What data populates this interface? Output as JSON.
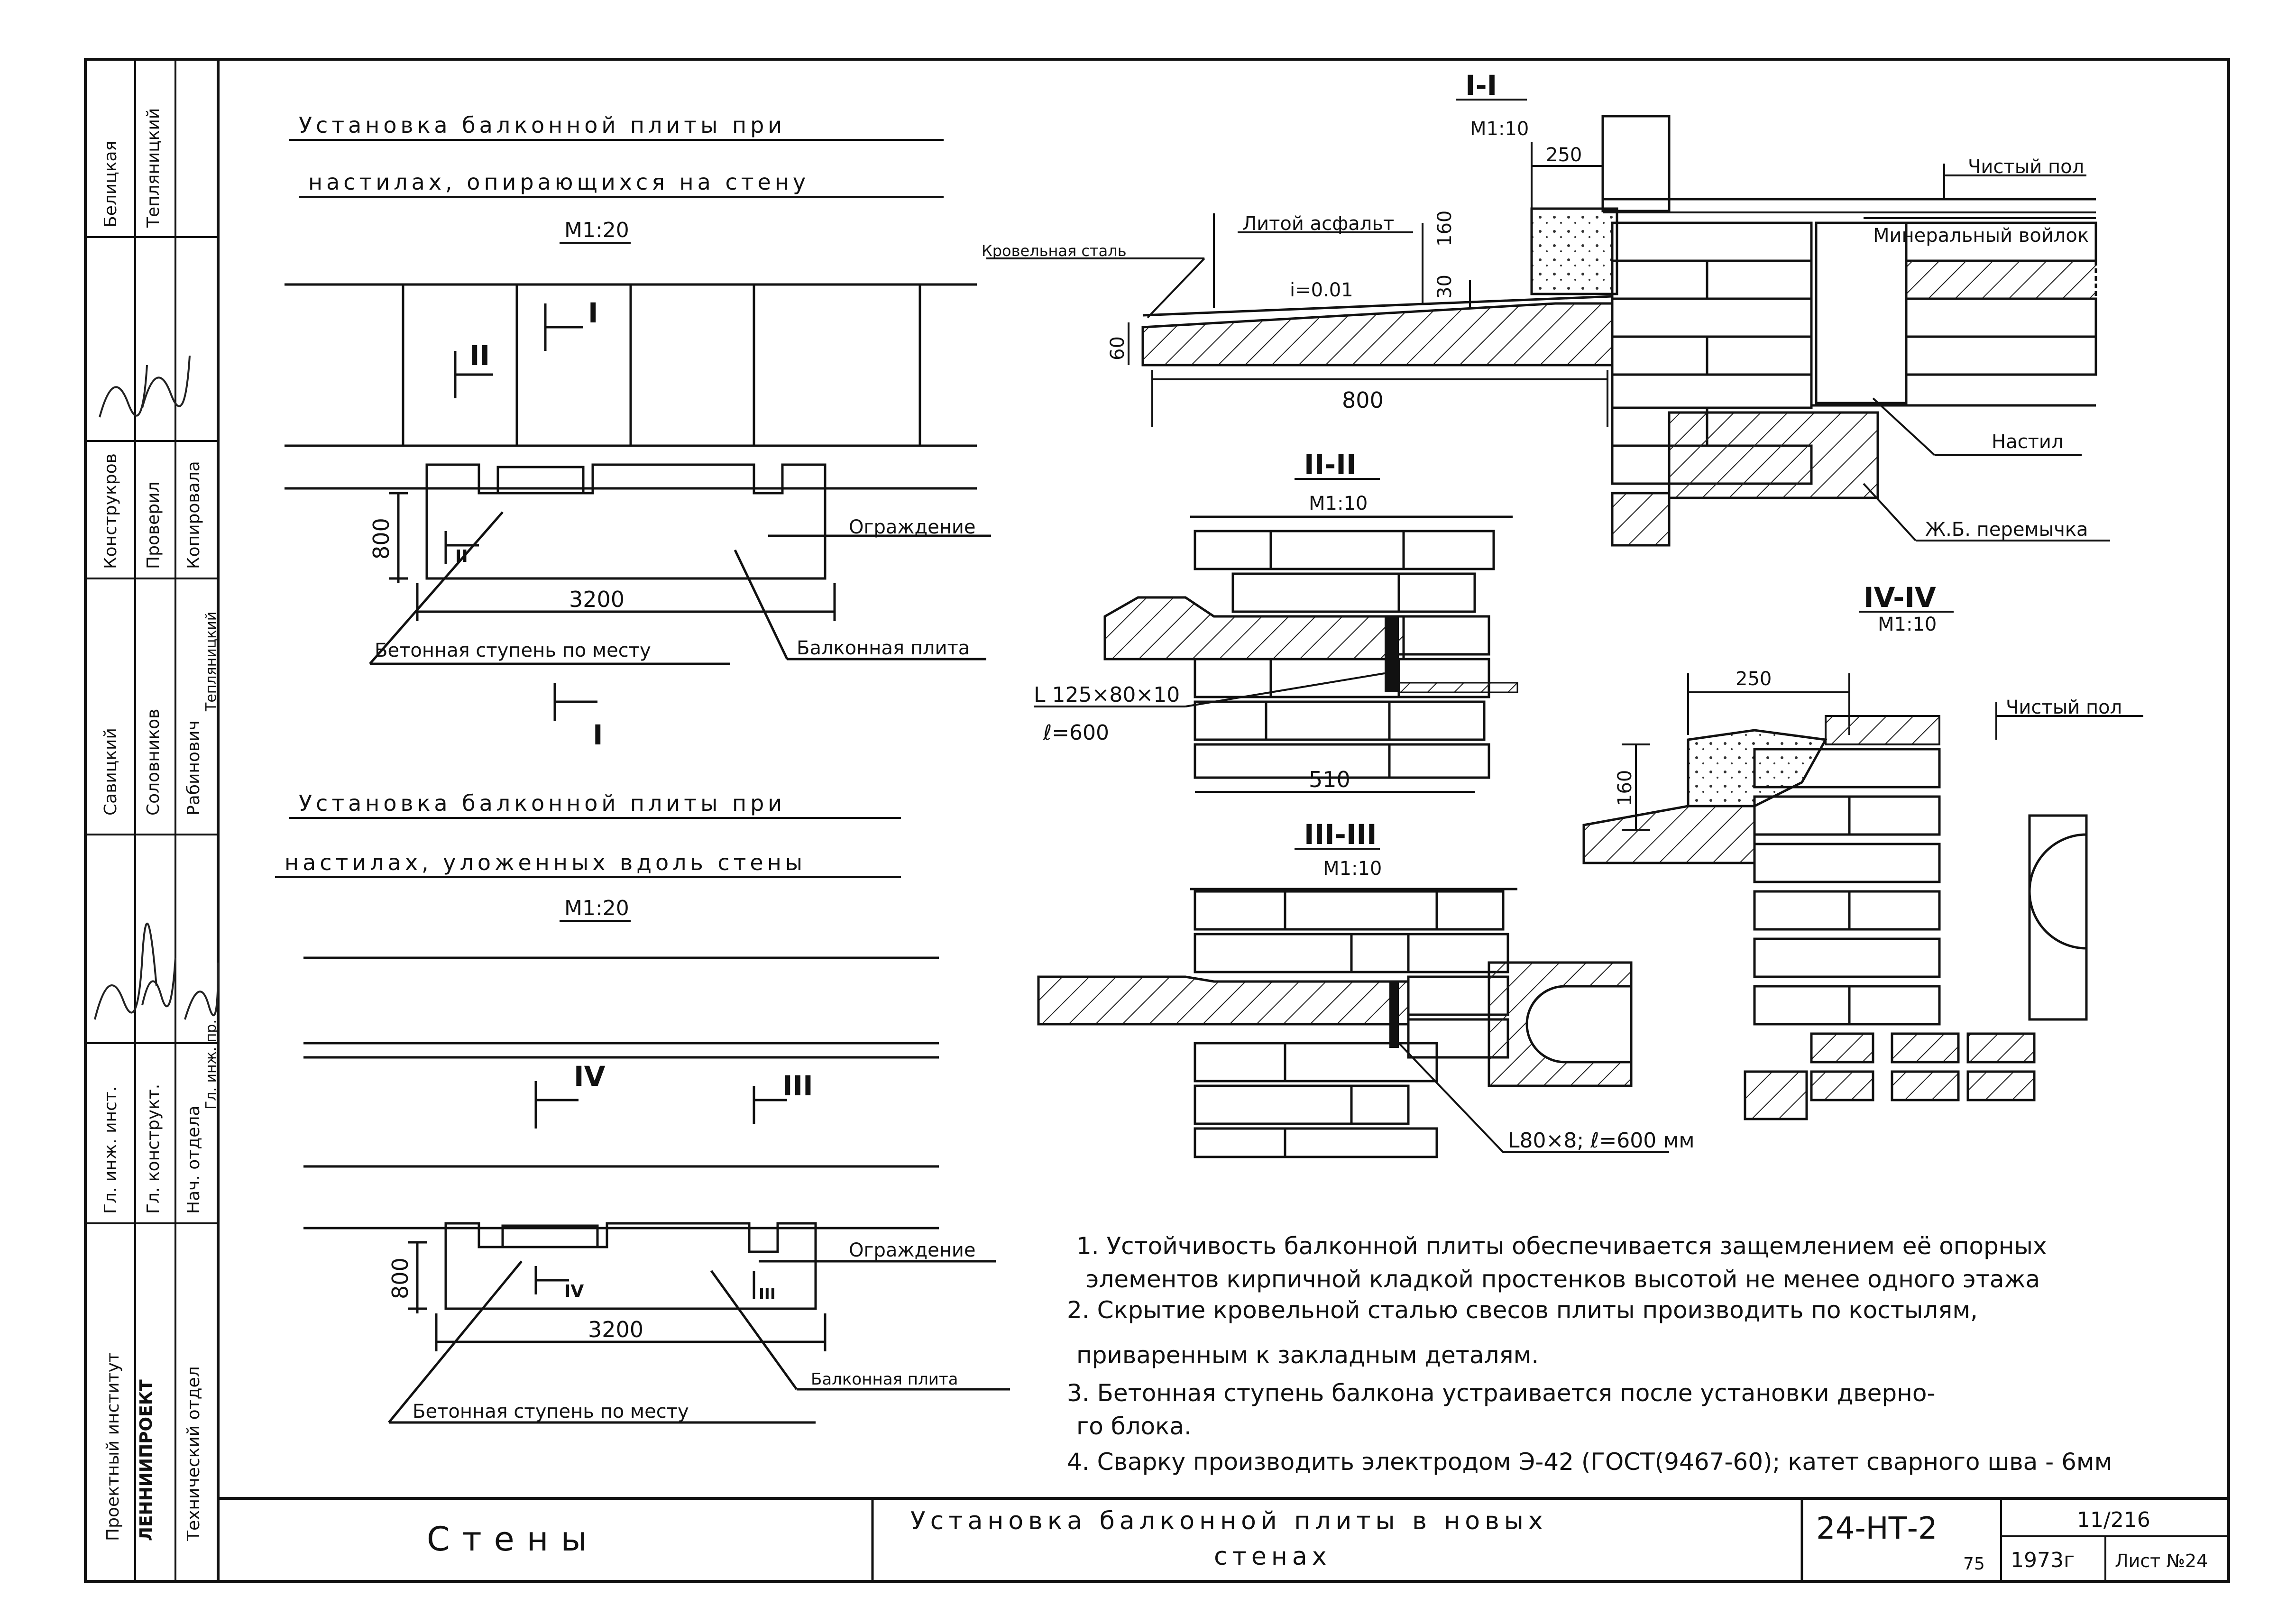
{
  "plan_top": {
    "title_line1": "Установка балконной плиты при",
    "title_line2": "настилах, опирающихся на стену",
    "scale": "М1:20",
    "dim_width": "3200",
    "dim_depth": "800",
    "mark_I": "I",
    "mark_II": "II",
    "mark_Ibottom": "I",
    "label_fence": "Ограждение",
    "label_slab": "Балконная плита",
    "label_step": "Бетонная ступень по месту"
  },
  "plan_bottom": {
    "title_line1": "Установка балконной плиты при",
    "title_line2": "настилах, уложенных вдоль стены",
    "scale": "М1:20",
    "dim_width": "3200",
    "dim_depth": "800",
    "mark_IV": "IV",
    "mark_III": "III",
    "mark_IV_small": "IV",
    "mark_III_small": "III",
    "label_fence": "Ограждение",
    "label_slab": "Балконная плита",
    "label_step": "Бетонная ступень по месту"
  },
  "section_I": {
    "title": "I-I",
    "scale": "М1:10",
    "label_roofsteel": "Кровельная сталь",
    "label_asphalt": "Литой асфальт",
    "slope": "i=0.01",
    "dim_800": "800",
    "dim_250": "250",
    "dim_60": "60",
    "dim_30": "30",
    "dim_160": "160",
    "label_floor": "Чистый пол",
    "label_mineral": "Минеральный войлок",
    "label_slab": "Настил",
    "label_lintel": "Ж.Б. перемычка"
  },
  "section_II": {
    "title": "II-II",
    "scale": "М1:10",
    "angle_line1": "L 125×80×10",
    "angle_line2": "ℓ=600",
    "dim_510": "510"
  },
  "section_III": {
    "title": "III-III",
    "scale": "М1:10",
    "angle": "L80×8; ℓ=600 мм"
  },
  "section_IV": {
    "title": "IV-IV",
    "scale": "М1:10",
    "dim_250": "250",
    "dim_160": "160",
    "label_floor": "Чистый пол"
  },
  "notes": [
    "1. Устойчивость балконной плиты обеспечивается защемлением её опорных",
    "элементов кирпичной кладкой простенков высотой не менее одного этажа",
    "2. Скрытие кровельной сталью свесов плиты производить по костылям,",
    "приваренным к закладным деталям.",
    "3. Бетонная ступень балкона устраивается после установки дверно-",
    "го блока.",
    "4. Сварку производить электродом Э-42 (ГОСТ(9467-60); катет сварного шва - 6мм"
  ],
  "side_block": {
    "institute_line1": "Проектный институт",
    "institute_line2": "ЛЕННИИПРОЕКТ",
    "dept": "Технический отдел",
    "roles": [
      "Гл. инж. инст.",
      "Гл. конструкт.",
      "Нач. отдела",
      "Гл. инж. пр."
    ],
    "names_a": [
      "Савицкий",
      "Соловников",
      "Рабинович",
      "Тепляницкий"
    ],
    "roles_b": [
      "Конструкров",
      "Проверил",
      "Копировала"
    ],
    "names_b": [
      "Белицкая",
      "Тепляницкий"
    ]
  },
  "stamp": {
    "section": "Стены",
    "title_line1": "Установка балконной плиты в новых",
    "title_line2": "стенах",
    "code": "24-НТ-2",
    "code_sub": "75",
    "sheet_no": "11/216",
    "year": "1973г",
    "sheet": "Лист №24"
  }
}
